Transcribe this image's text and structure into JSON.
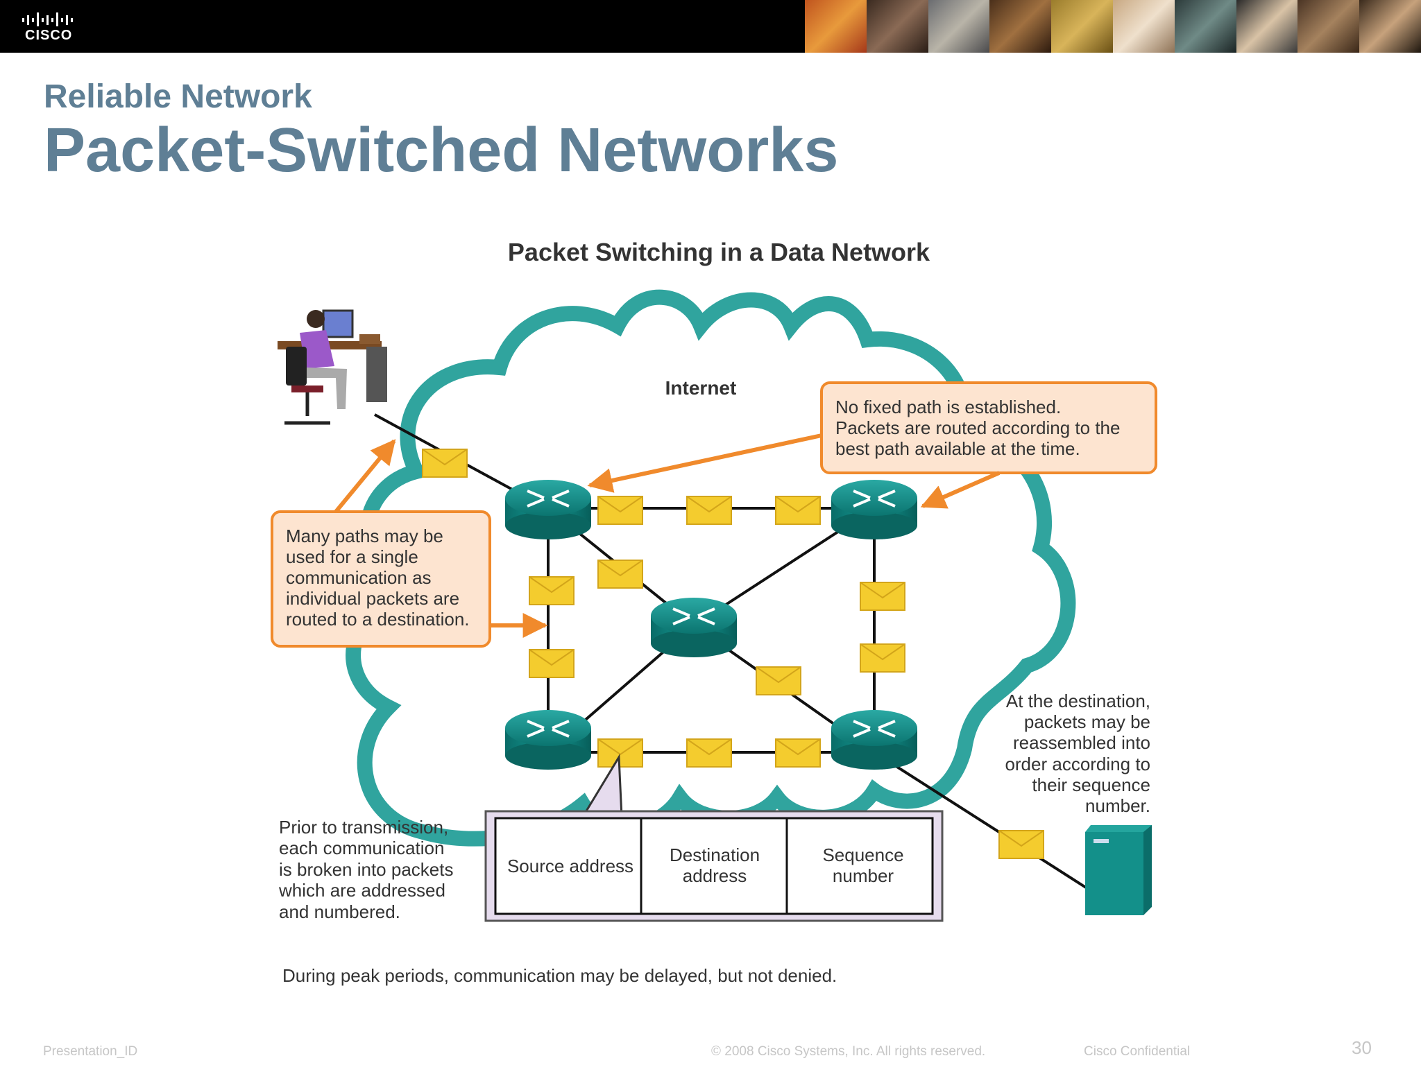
{
  "header": {
    "logo_text": "CISCO",
    "subtitle": "Reliable Network",
    "title": "Packet-Switched Networks"
  },
  "diagram": {
    "heading": "Packet Switching in a Data Network",
    "cloud_label": "Internet",
    "callout_top": [
      "No fixed path is established.",
      "Packets are routed according to the",
      "best path available at the time."
    ],
    "callout_left": [
      "Many paths may be",
      "used for a single",
      "communication as",
      "individual packets are",
      "routed to a destination."
    ],
    "note_right": [
      "At the destination,",
      "packets may be",
      "reassembled into",
      "order according to",
      "their sequence",
      "number."
    ],
    "note_bottom_left": [
      "Prior to transmission,",
      "each communication",
      "is broken into packets",
      "which are addressed",
      "and numbered."
    ],
    "packet_fields": [
      {
        "lines": [
          "Source address"
        ]
      },
      {
        "lines": [
          "Destination",
          "address"
        ]
      },
      {
        "lines": [
          "Sequence",
          "number"
        ]
      }
    ],
    "caption": "During peak periods, communication may be delayed, but not denied.",
    "colors": {
      "cloud": "#1a9a93",
      "router": "#0d7f7a",
      "packet": "#f4cc2e",
      "callout_border": "#f08a2c",
      "callout_fill": "#fde4d0",
      "arrow": "#f08a2c"
    }
  },
  "footer": {
    "left": "Presentation_ID",
    "copyright": "© 2008 Cisco Systems, Inc. All rights reserved.",
    "confidential": "Cisco Confidential",
    "page": "30"
  }
}
